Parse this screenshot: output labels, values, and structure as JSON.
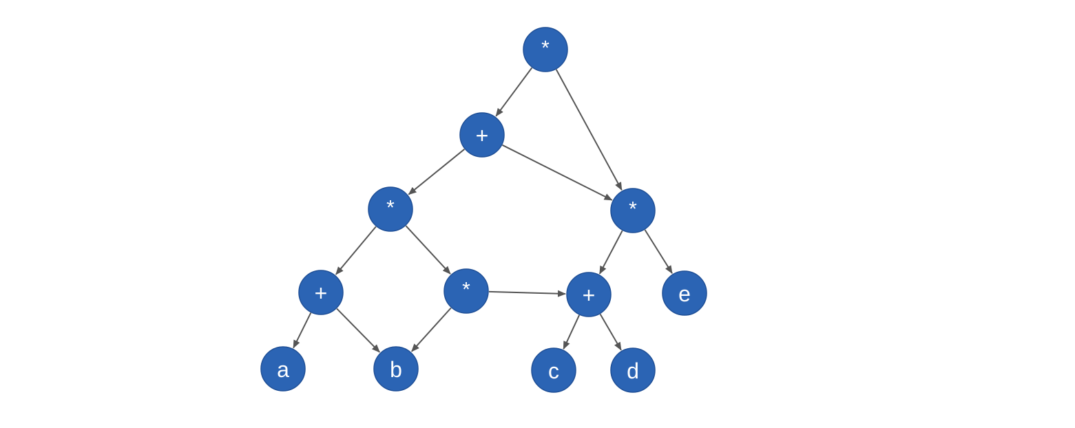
{
  "diagram": {
    "nodes": [
      {
        "id": "n1",
        "label": "*"
      },
      {
        "id": "n2",
        "label": "+"
      },
      {
        "id": "n3",
        "label": "*"
      },
      {
        "id": "n4",
        "label": "*"
      },
      {
        "id": "n5",
        "label": "+"
      },
      {
        "id": "n6",
        "label": "*"
      },
      {
        "id": "n7",
        "label": "+"
      },
      {
        "id": "n8",
        "label": "e"
      },
      {
        "id": "n9",
        "label": "a"
      },
      {
        "id": "n10",
        "label": "b"
      },
      {
        "id": "n11",
        "label": "c"
      },
      {
        "id": "n12",
        "label": "d"
      }
    ],
    "edges": [
      {
        "from": "n1",
        "to": "n2"
      },
      {
        "from": "n1",
        "to": "n4"
      },
      {
        "from": "n2",
        "to": "n3"
      },
      {
        "from": "n2",
        "to": "n4"
      },
      {
        "from": "n3",
        "to": "n5"
      },
      {
        "from": "n3",
        "to": "n6"
      },
      {
        "from": "n5",
        "to": "n9"
      },
      {
        "from": "n5",
        "to": "n10"
      },
      {
        "from": "n6",
        "to": "n10"
      },
      {
        "from": "n6",
        "to": "n7"
      },
      {
        "from": "n4",
        "to": "n7"
      },
      {
        "from": "n4",
        "to": "n8"
      },
      {
        "from": "n7",
        "to": "n11"
      },
      {
        "from": "n7",
        "to": "n12"
      }
    ],
    "colors": {
      "node_fill": "#2b64b4",
      "node_text": "#ffffff",
      "edge": "#555555"
    }
  }
}
